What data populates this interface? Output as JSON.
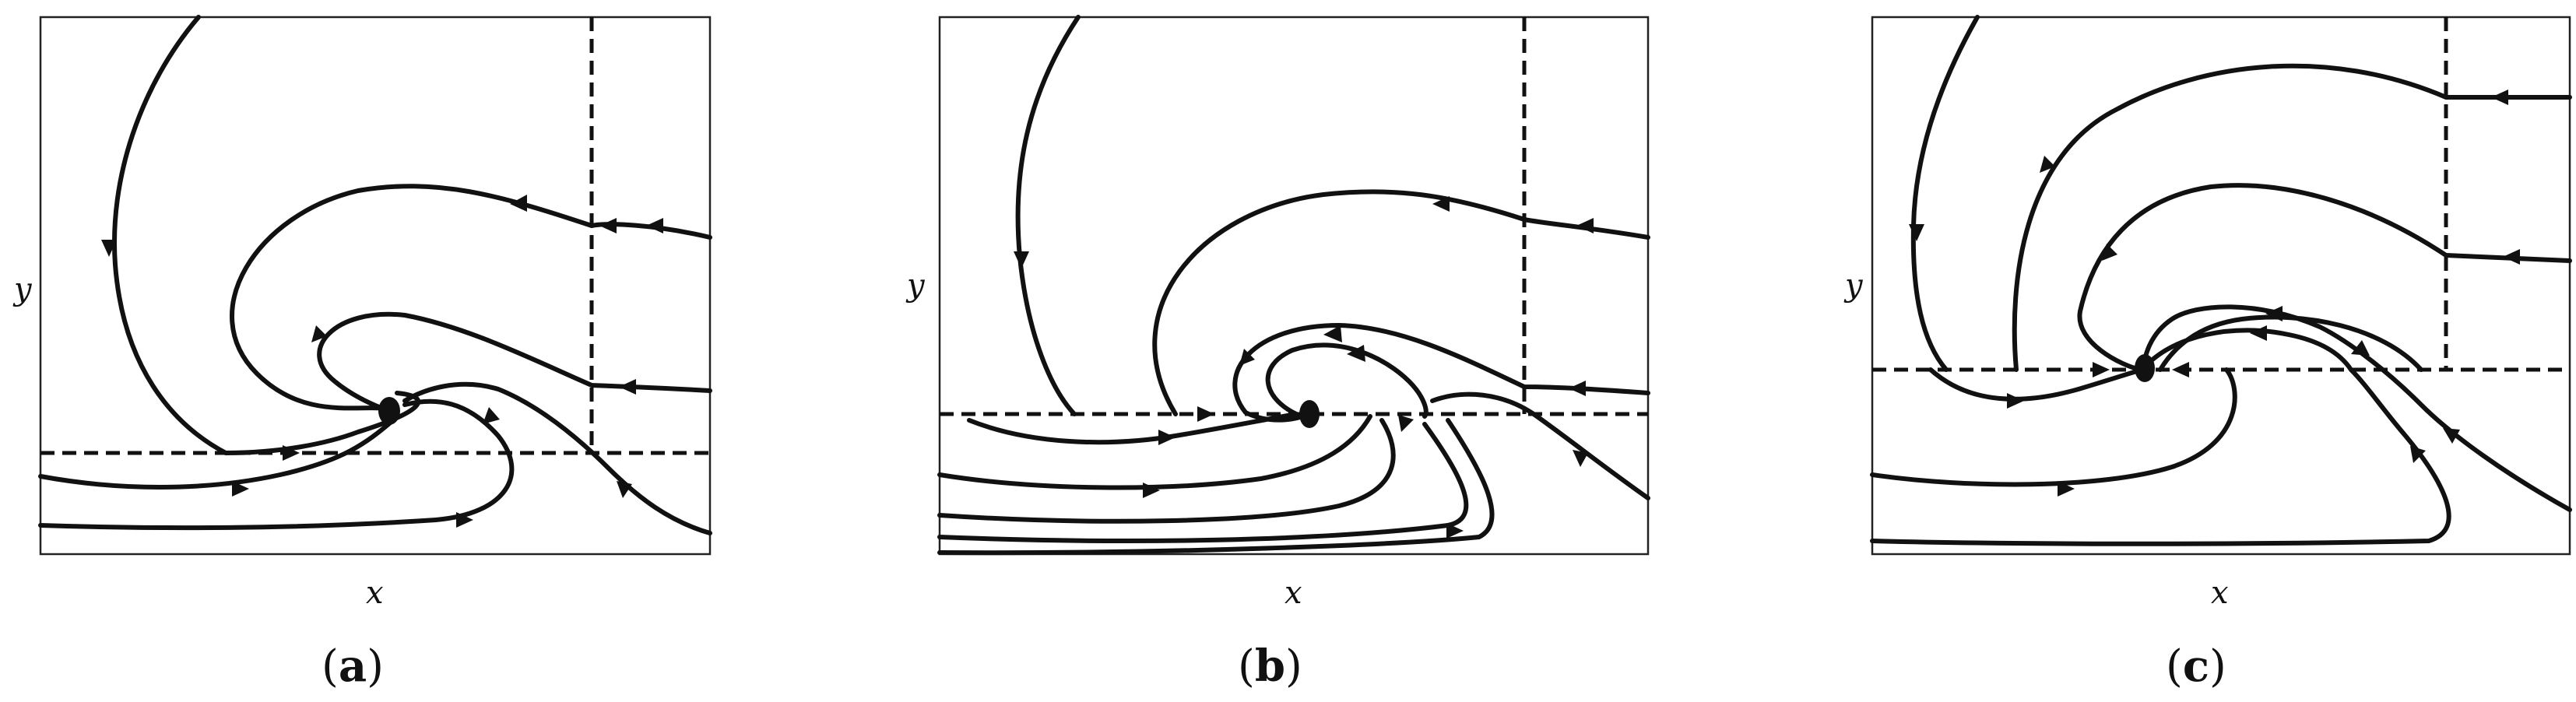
{
  "panels": [
    {
      "id": "a",
      "x_label": "x",
      "y_label": "y",
      "caption_open": "(",
      "caption_letter": "a",
      "caption_close": ")"
    },
    {
      "id": "b",
      "x_label": "x",
      "y_label": "y",
      "caption_open": "(",
      "caption_letter": "b",
      "caption_close": ")"
    },
    {
      "id": "c",
      "x_label": "x",
      "y_label": "y",
      "caption_open": "(",
      "caption_letter": "c",
      "caption_close": ")"
    }
  ],
  "colors": {
    "stroke": "#111111",
    "frame": "#222222",
    "background": "#ffffff"
  }
}
